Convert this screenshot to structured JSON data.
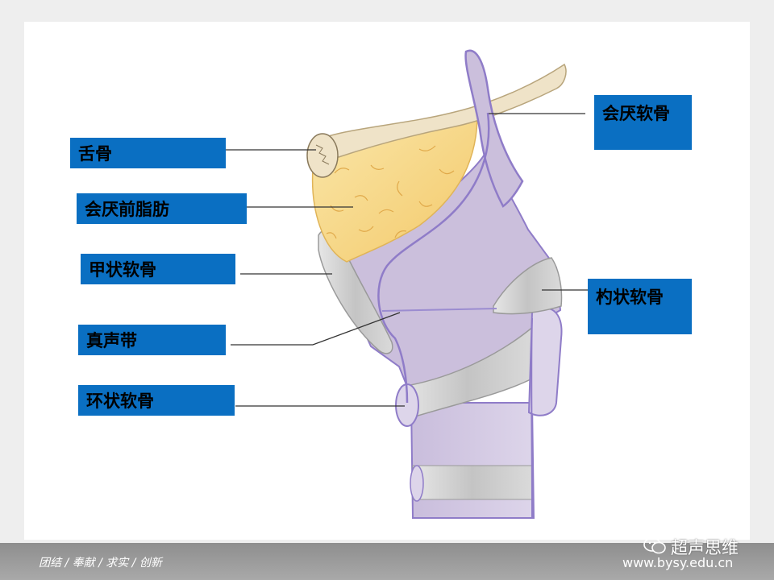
{
  "labels": {
    "epiglottis": "会厌软骨",
    "hyoid": "舌骨",
    "pre_epiglottic_fat": "会厌前脂肪",
    "thyroid": "甲状软骨",
    "arytenoid": "杓状软骨",
    "vocal_cord": "真声带",
    "cricoid": "环状软骨"
  },
  "footer": {
    "slogan": "团结 / 奉献 / 求实 / 创新"
  },
  "watermark": {
    "name": "超声思维",
    "url": "www.bysy.edu.cn",
    "icon": "wechat-icon"
  },
  "colors": {
    "label_bg": "#0a6fc2",
    "fat": "#f6d57f",
    "larynx_purple": "#cbbfdc",
    "outline_purple": "#8f7cc8",
    "cartilage_gray": "#c9c9c9"
  }
}
